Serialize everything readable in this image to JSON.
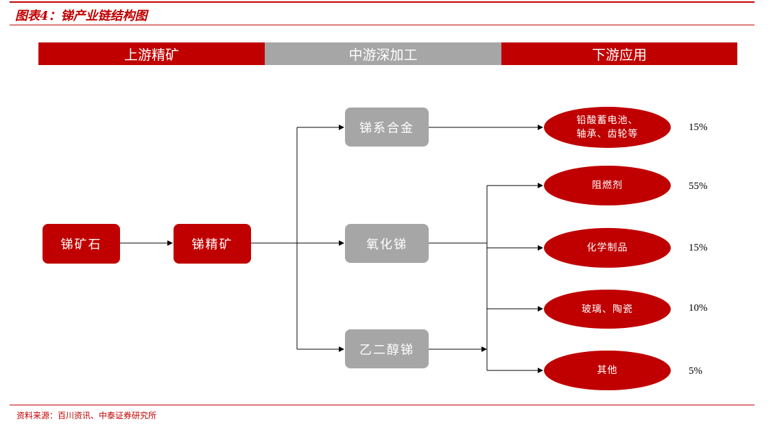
{
  "figure": {
    "title": "图表4：锑产业链结构图",
    "source": "资料来源：百川资讯、中泰证券研究所"
  },
  "stages": {
    "upstream": "上游精矿",
    "midstream": "中游深加工",
    "downstream": "下游应用"
  },
  "nodes": {
    "ore": "锑矿石",
    "concentrate": "锑精矿",
    "alloy": "锑系合金",
    "oxide": "氧化锑",
    "glycol": "乙二醇锑"
  },
  "applications": [
    {
      "label_line1": "铅酸蓄电池、",
      "label_line2": "轴承、齿轮等",
      "share": "15%"
    },
    {
      "label_line1": "阻燃剂",
      "label_line2": "",
      "share": "55%"
    },
    {
      "label_line1": "化学制品",
      "label_line2": "",
      "share": "15%"
    },
    {
      "label_line1": "玻璃、陶瓷",
      "label_line2": "",
      "share": "10%"
    },
    {
      "label_line1": "其他",
      "label_line2": "",
      "share": "5%"
    }
  ],
  "colors": {
    "accent_red": "#c00000",
    "grey": "#a6a6a6"
  }
}
